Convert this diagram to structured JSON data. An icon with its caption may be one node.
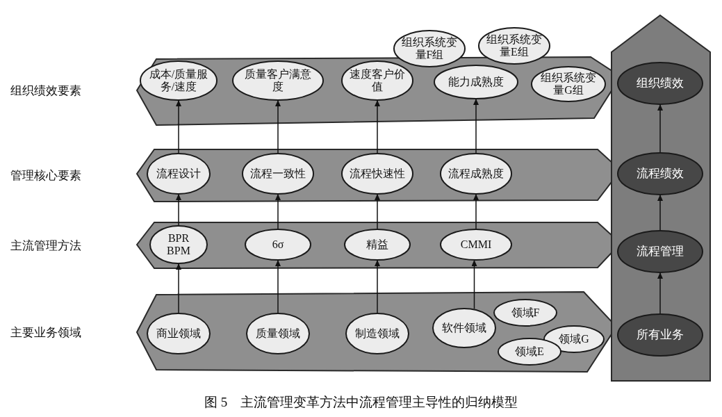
{
  "diagram": {
    "caption": "图 5　主流管理变革方法中流程管理主导性的归纳模型",
    "nodes": [
      {
        "text": [
          "组织绩效要素"
        ]
      },
      {
        "text": [
          "组织系统变量F组"
        ]
      },
      {
        "text": [
          "组织系统变量E组"
        ]
      },
      {
        "text": [
          "成本/质量服务/速度"
        ],
        "in": 0
      },
      {
        "text": [
          "质量客户满意度"
        ],
        "in": 0
      },
      {
        "text": [
          "速度客户价值"
        ],
        "in": 0
      },
      {
        "text": [
          "能力成熟度"
        ],
        "in": 0
      },
      {
        "text": [
          "组织系统变量G组"
        ],
        "in": 0
      },
      {
        "text": [
          "管理核心要素"
        ]
      },
      {
        "text": [
          "流程设计"
        ],
        "in": 8
      },
      {
        "text": [
          "流程一致性"
        ],
        "in": 8
      },
      {
        "text": [
          "流程快速性"
        ],
        "in": 8
      },
      {
        "text": [
          "流程成熟度"
        ],
        "in": 8
      },
      {
        "text": [
          "主流管理方法"
        ]
      },
      {
        "text": [
          "BPR BPM"
        ],
        "in": 13
      },
      {
        "text": [
          "6σ"
        ],
        "in": 13
      },
      {
        "text": [
          "精益"
        ],
        "in": 13
      },
      {
        "text": [
          "CMMI"
        ],
        "in": 13
      },
      {
        "text": [
          "主要业务领域"
        ]
      },
      {
        "text": [
          "领域F"
        ],
        "in": 18
      },
      {
        "text": [
          "商业领域"
        ],
        "in": 18
      },
      {
        "text": [
          "质量领域"
        ],
        "in": 18
      },
      {
        "text": [
          "制造领域"
        ],
        "in": 18
      },
      {
        "text": [
          "软件领域"
        ],
        "in": 18
      },
      {
        "text": [
          "领域G"
        ],
        "in": 18
      },
      {
        "text": [
          "领域E"
        ],
        "in": 18
      },
      {
        "text": [],
        "shape": "band"
      },
      {
        "text": [
          "组织绩效"
        ],
        "in": 26
      },
      {
        "text": [
          "流程绩效"
        ],
        "in": 26
      },
      {
        "text": [
          "流程管理"
        ],
        "in": 26
      },
      {
        "text": [
          "所有业务"
        ],
        "in": 26
      }
    ],
    "edges": [
      {
        "from": 20,
        "to": 14,
        "arrow": "to"
      },
      {
        "from": 14,
        "to": 9,
        "arrow": "to"
      },
      {
        "from": 9,
        "to": 3,
        "arrow": "to"
      },
      {
        "from": 21,
        "to": 15,
        "arrow": "to"
      },
      {
        "from": 15,
        "to": 10,
        "arrow": "to"
      },
      {
        "from": 10,
        "to": 4,
        "arrow": "to"
      },
      {
        "from": 22,
        "to": 16,
        "arrow": "to"
      },
      {
        "from": 16,
        "to": 11,
        "arrow": "to"
      },
      {
        "from": 11,
        "to": 5,
        "arrow": "to"
      },
      {
        "from": 23,
        "to": 17,
        "arrow": "to"
      },
      {
        "from": 17,
        "to": 12,
        "arrow": "to"
      },
      {
        "from": 12,
        "to": 6,
        "arrow": "to"
      },
      {
        "from": 30,
        "to": 29,
        "arrow": "to"
      },
      {
        "from": 29,
        "to": 28,
        "arrow": "to"
      },
      {
        "from": 28,
        "to": 27,
        "arrow": "to"
      }
    ]
  }
}
